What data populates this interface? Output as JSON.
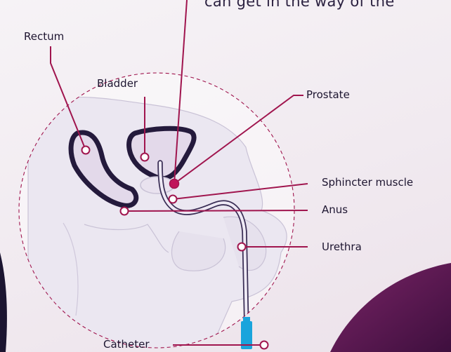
{
  "headline_fragment": "can get in the way of the",
  "labels": {
    "rectum": "Rectum",
    "bladder": "Bladder",
    "prostate": "Prostate",
    "sphincter": "Sphincter muscle",
    "anus": "Anus",
    "urethra": "Urethra",
    "catheter": "Catheter"
  },
  "colors": {
    "leader_line": "#a0154e",
    "outline": "#241a3c",
    "organ_fill": "#e3d9ea",
    "body_fill": "#ece8f1",
    "marker_fill": "#ffffff",
    "highlight_dot": "#c0145a",
    "catheter_tip": "#1aa4dc",
    "accent_shape": "#5a1a52"
  }
}
